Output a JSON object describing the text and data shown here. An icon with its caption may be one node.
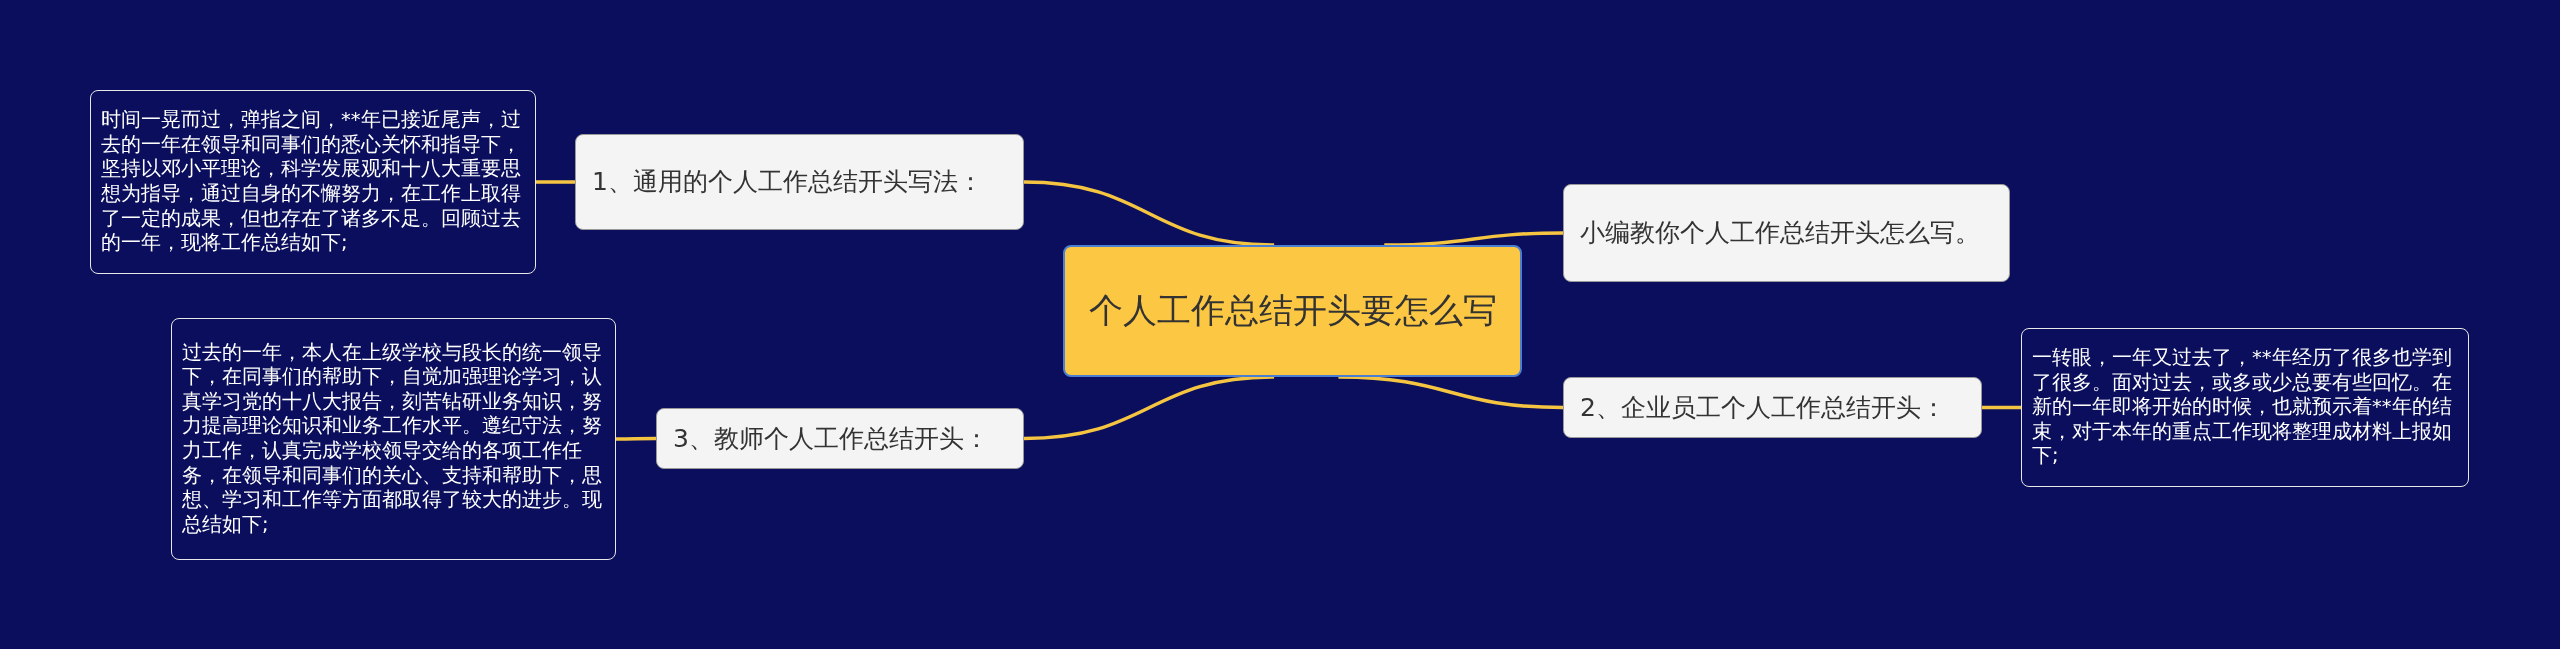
{
  "diagram": {
    "nodes": [
      {
        "text": [
          "个人工作总结开头要怎么写"
        ]
      },
      {
        "text": [
          "1、通用的个人工作总结开头写法："
        ]
      },
      {
        "text": [
          "时间一晃而过，弹指之间，**年已接近尾声，过去的一年在领导和同事们的悉心关怀和指导下，坚持以邓小平理论，科学发展观和十八大重要思想为指导，通过自身的不懈努力，在工作上取得了一定的成果，但也存在了诸多不足。回顾过去的一年，现将工作总结如下;"
        ]
      },
      {
        "text": [
          "小编教你个人工作总结开头怎么写。"
        ]
      },
      {
        "text": [
          "2、企业员工个人工作总结开头："
        ]
      },
      {
        "text": [
          "一转眼，一年又过去了，**年经历了很多也学到了很多。面对过去，或多或少总要有些回忆。在新的一年即将开始的时候，也就预示着**年的结束，对于本年的重点工作现将整理成材料上报如下;"
        ]
      },
      {
        "text": [
          "3、教师个人工作总结开头："
        ]
      },
      {
        "text": [
          "过去的一年，本人在上级学校与段长的统一领导下，在同事们的帮助下，自觉加强理论学习，认真学习党的十八大报告，刻苦钻研业务知识，努力提高理论知识和业务工作水平。遵纪守法，努力工作，认真完成学校领导交给的各项工作任务，在领导和同事们的关心、支持和帮助下，思想、学习和工作等方面都取得了较大的进步。现总结如下;"
        ]
      }
    ],
    "edges": [
      {
        "from": 0,
        "to": 1,
        "arrow": "none"
      },
      {
        "from": 1,
        "to": 2,
        "arrow": "none"
      },
      {
        "from": 0,
        "to": 3,
        "arrow": "none"
      },
      {
        "from": 0,
        "to": 4,
        "arrow": "none"
      },
      {
        "from": 4,
        "to": 5,
        "arrow": "none"
      },
      {
        "from": 0,
        "to": 6,
        "arrow": "none"
      },
      {
        "from": 6,
        "to": 7,
        "arrow": "none"
      }
    ]
  }
}
